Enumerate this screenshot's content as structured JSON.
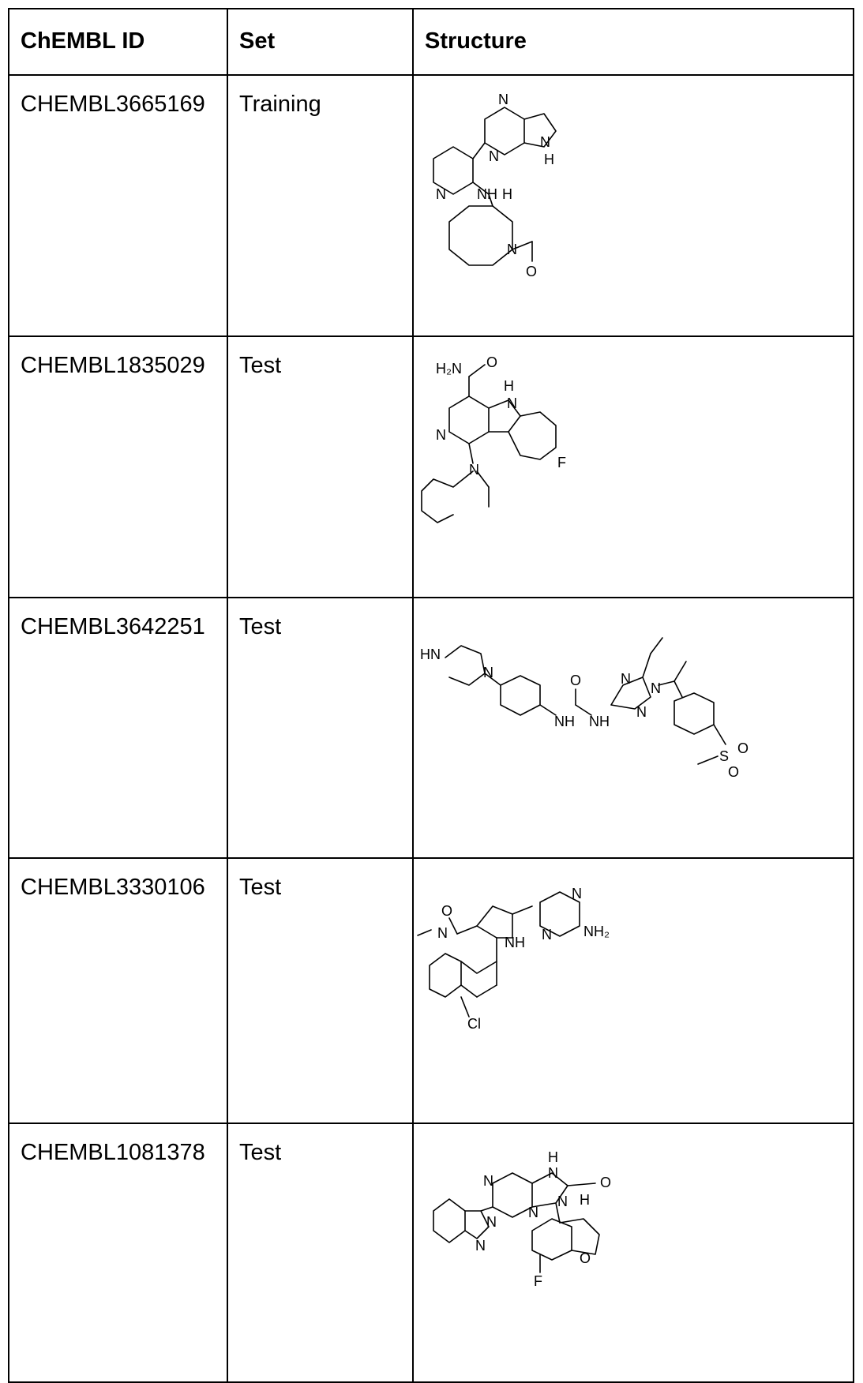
{
  "table": {
    "headers": [
      "ChEMBL ID",
      "Set",
      "Structure"
    ],
    "rows": [
      {
        "id": "CHEMBL3665169",
        "set": "Training",
        "structure_labels": [
          "N",
          "N",
          "N",
          "H",
          "N",
          "NH",
          "H",
          "N",
          "O"
        ]
      },
      {
        "id": "CHEMBL1835029",
        "set": "Test",
        "structure_labels": [
          "H₂N",
          "O",
          "H",
          "N",
          "N",
          "N",
          "F"
        ]
      },
      {
        "id": "CHEMBL3642251",
        "set": "Test",
        "structure_labels": [
          "HN",
          "N",
          "O",
          "NH",
          "NH",
          "N",
          "N",
          "N",
          "S",
          "O",
          "O"
        ]
      },
      {
        "id": "CHEMBL3330106",
        "set": "Test",
        "structure_labels": [
          "O",
          "N",
          "NH",
          "N",
          "N",
          "NH₂",
          "Cl"
        ]
      },
      {
        "id": "CHEMBL1081378",
        "set": "Test",
        "structure_labels": [
          "H",
          "N",
          "O",
          "N",
          "N",
          "N",
          "H",
          "N",
          "N",
          "O",
          "F"
        ]
      }
    ]
  }
}
